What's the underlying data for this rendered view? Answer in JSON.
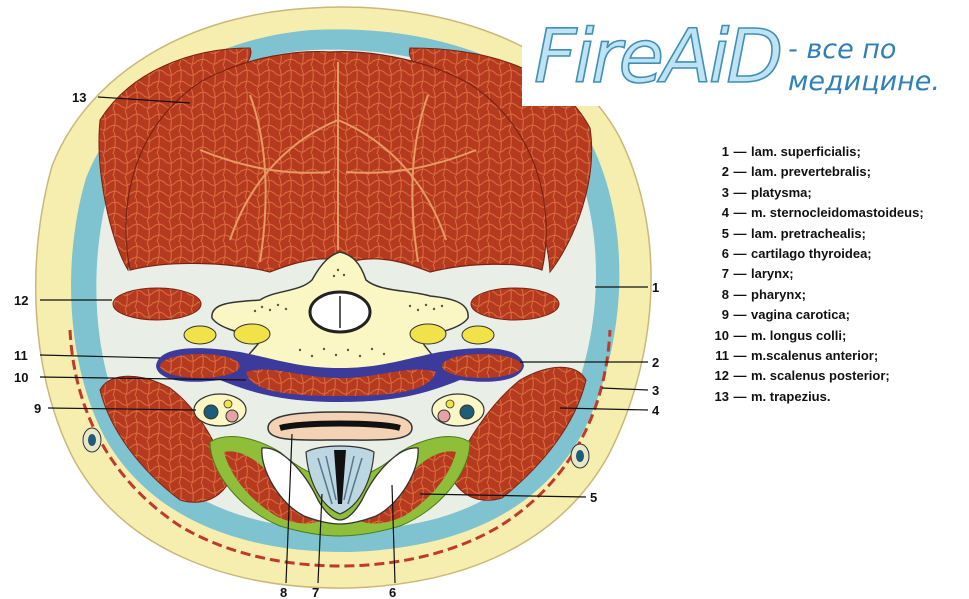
{
  "logo": {
    "title": "FireAiD",
    "tagline_line1": "- все по",
    "tagline_line2": "медицине."
  },
  "callouts": [
    "1",
    "2",
    "3",
    "4",
    "5",
    "6",
    "7",
    "8",
    "9",
    "10",
    "11",
    "12",
    "13"
  ],
  "legend": [
    {
      "num": "1",
      "text": "lam. superficialis;"
    },
    {
      "num": "2",
      "text": "lam. prevertebralis;"
    },
    {
      "num": "3",
      "text": "platysma;"
    },
    {
      "num": "4",
      "text": "m. sternocleidomastoideus;"
    },
    {
      "num": "5",
      "text": "lam. pretrachealis;"
    },
    {
      "num": "6",
      "text": "cartilago thyroidea;"
    },
    {
      "num": "7",
      "text": "larynx;"
    },
    {
      "num": "8",
      "text": "pharynx;"
    },
    {
      "num": "9",
      "text": "vagina carotica;"
    },
    {
      "num": "10",
      "text": "m. longus colli;"
    },
    {
      "num": "11",
      "text": "m.scalenus anterior;"
    },
    {
      "num": "12",
      "text": "m. scalenus posterior;"
    },
    {
      "num": "13",
      "text": "m. trapezius."
    }
  ],
  "colors": {
    "skin": "#f6eeae",
    "fascia": "#7ec3cf",
    "muscle": "#b2351d",
    "bone": "#fbf7c4",
    "prevertebral": "#3c3a9a",
    "pretracheal": "#8fbf3a"
  }
}
